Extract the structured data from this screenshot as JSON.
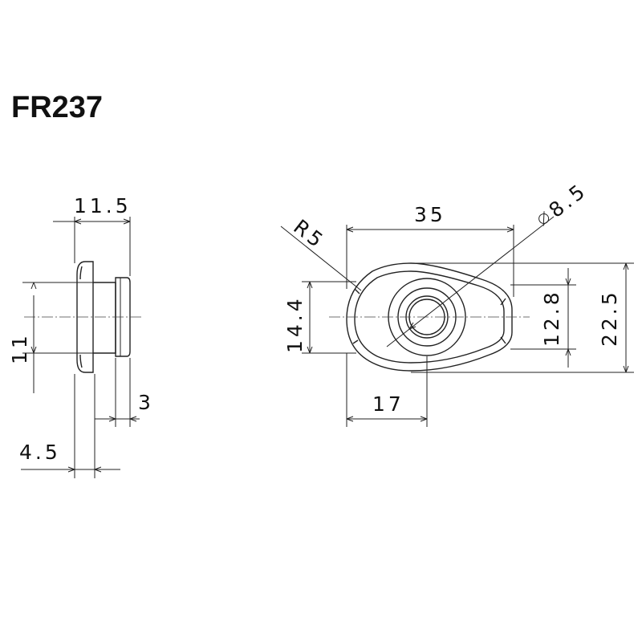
{
  "title": "FR237",
  "side_view": {
    "overall_width": "11.5",
    "height": "11",
    "boss_width": "3",
    "flange_offset": "4.5"
  },
  "top_view": {
    "length": "35",
    "corner_radius": "R5",
    "hole_diameter": "8.5",
    "height_left": "14.4",
    "height_inner": "12.8",
    "height_overall": "22.5",
    "hole_offset": "17"
  }
}
